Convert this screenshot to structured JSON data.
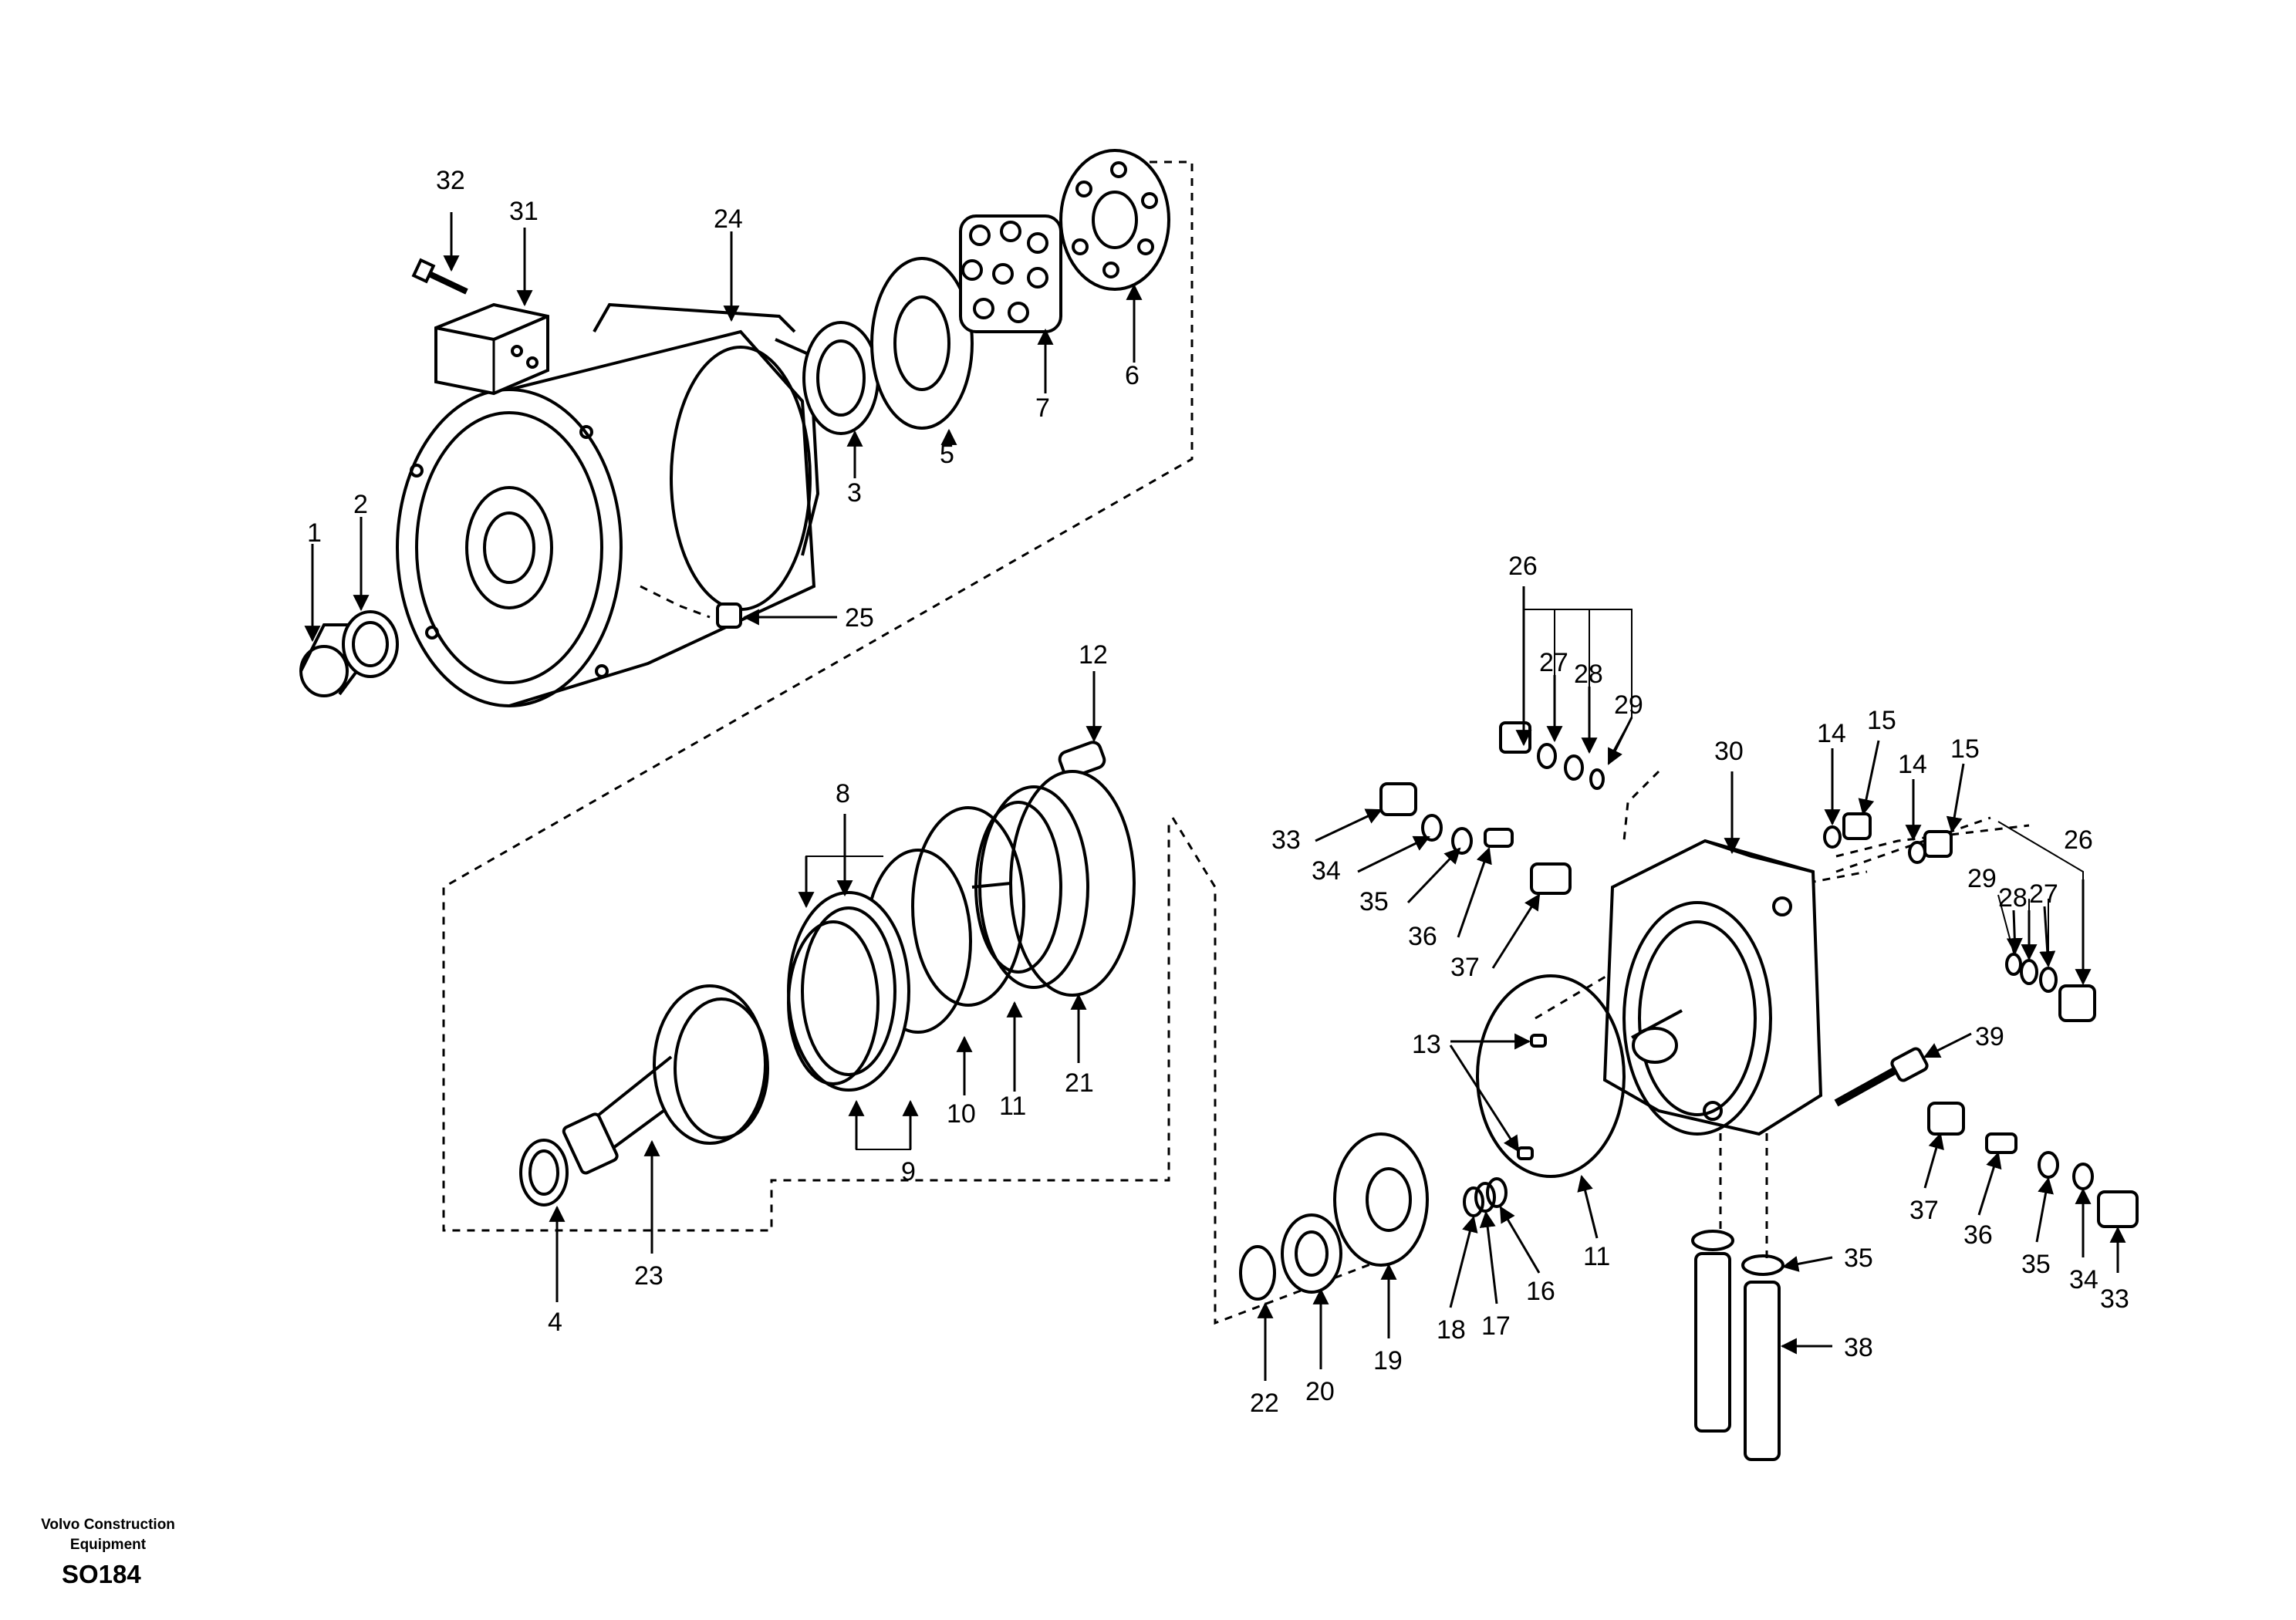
{
  "footer": {
    "company_line1": "Volvo Construction",
    "company_line2": "Equipment",
    "diagram_code": "SO184"
  },
  "callouts": [
    {
      "id": "c1",
      "text": "1"
    },
    {
      "id": "c2",
      "text": "2"
    },
    {
      "id": "c3",
      "text": "3"
    },
    {
      "id": "c4",
      "text": "4"
    },
    {
      "id": "c5",
      "text": "5"
    },
    {
      "id": "c6",
      "text": "6"
    },
    {
      "id": "c7",
      "text": "7"
    },
    {
      "id": "c8",
      "text": "8"
    },
    {
      "id": "c9",
      "text": "9"
    },
    {
      "id": "c10",
      "text": "10"
    },
    {
      "id": "c11a",
      "text": "11"
    },
    {
      "id": "c11b",
      "text": "11"
    },
    {
      "id": "c12",
      "text": "12"
    },
    {
      "id": "c13",
      "text": "13"
    },
    {
      "id": "c14a",
      "text": "14"
    },
    {
      "id": "c14b",
      "text": "14"
    },
    {
      "id": "c15a",
      "text": "15"
    },
    {
      "id": "c15b",
      "text": "15"
    },
    {
      "id": "c16",
      "text": "16"
    },
    {
      "id": "c17",
      "text": "17"
    },
    {
      "id": "c18",
      "text": "18"
    },
    {
      "id": "c19",
      "text": "19"
    },
    {
      "id": "c20",
      "text": "20"
    },
    {
      "id": "c21",
      "text": "21"
    },
    {
      "id": "c22",
      "text": "22"
    },
    {
      "id": "c23",
      "text": "23"
    },
    {
      "id": "c24",
      "text": "24"
    },
    {
      "id": "c25",
      "text": "25"
    },
    {
      "id": "c26a",
      "text": "26"
    },
    {
      "id": "c26b",
      "text": "26"
    },
    {
      "id": "c27a",
      "text": "27"
    },
    {
      "id": "c27b",
      "text": "27"
    },
    {
      "id": "c28a",
      "text": "28"
    },
    {
      "id": "c28b",
      "text": "28"
    },
    {
      "id": "c29a",
      "text": "29"
    },
    {
      "id": "c29b",
      "text": "29"
    },
    {
      "id": "c30",
      "text": "30"
    },
    {
      "id": "c31",
      "text": "31"
    },
    {
      "id": "c32",
      "text": "32"
    },
    {
      "id": "c33a",
      "text": "33"
    },
    {
      "id": "c33b",
      "text": "33"
    },
    {
      "id": "c34a",
      "text": "34"
    },
    {
      "id": "c34b",
      "text": "34"
    },
    {
      "id": "c35a",
      "text": "35"
    },
    {
      "id": "c35b",
      "text": "35"
    },
    {
      "id": "c35c",
      "text": "35"
    },
    {
      "id": "c36a",
      "text": "36"
    },
    {
      "id": "c36b",
      "text": "36"
    },
    {
      "id": "c37a",
      "text": "37"
    },
    {
      "id": "c37b",
      "text": "37"
    },
    {
      "id": "c38",
      "text": "38"
    },
    {
      "id": "c39",
      "text": "39"
    }
  ]
}
